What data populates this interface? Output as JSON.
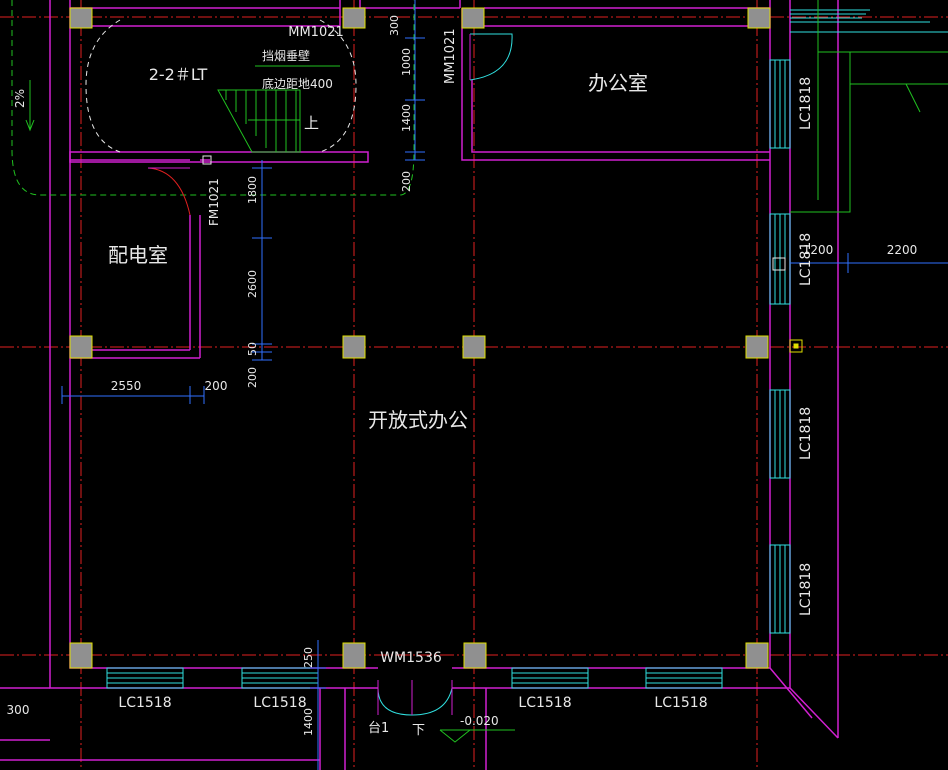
{
  "colors": {
    "background": "#000000",
    "wall": "#d020d0",
    "axis": "#e02020",
    "dimension": "#3070ff",
    "window": "#30e0e0",
    "green": "#20c020",
    "column_fill": "#909090",
    "column_stroke": "#e0e000",
    "text": "#e8e8e8"
  },
  "rooms": {
    "office": "办公室",
    "open_office": "开放式办公",
    "electrical": "配电室",
    "stair": "2-2＃LT"
  },
  "stair_notes": {
    "smoke_wall": "挡烟垂壁",
    "bottom_distance": "底边距地400",
    "up_arrow": "上"
  },
  "doors": {
    "mm_top": "MM1021",
    "mm_right": "MM1021",
    "fm": "FM1021",
    "wm": "WM1536"
  },
  "windows": {
    "right": [
      "LC1818",
      "LC1818",
      "LC1818",
      "LC1818"
    ],
    "bottom": [
      "LC1518",
      "LC1518",
      "LC1518",
      "LC1518"
    ]
  },
  "dimensions": {
    "vertical_mid": [
      "300",
      "1000",
      "1400",
      "200"
    ],
    "vertical_left": [
      "1800",
      "2600",
      "50",
      "200"
    ],
    "horizontal": [
      "2550",
      "200"
    ],
    "right": [
      "1200",
      "2200"
    ],
    "bottom_left": "300",
    "bottom_250": "250",
    "bottom_1400": "1400"
  },
  "labels": {
    "slope": "2%",
    "step_label": "台1",
    "down": "下",
    "elevation": "-0.020"
  }
}
